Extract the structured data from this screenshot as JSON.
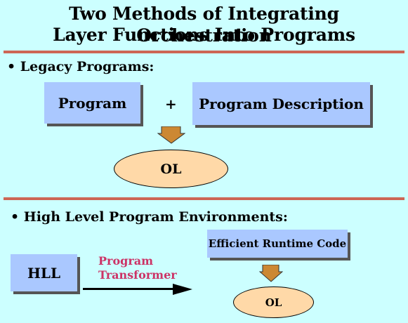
{
  "title": {
    "line1": "Two Methods of Integrating Orchestration",
    "line2": "Layer Functions Into Programs"
  },
  "legacy": {
    "heading": "• Legacy Programs:",
    "program_label": "Program",
    "plus": "+",
    "description_label": "Program Description",
    "ol_label": "OL"
  },
  "hll": {
    "heading": "• High Level Program Environments:",
    "hll_label": "HLL",
    "transformer_line1": "Program",
    "transformer_line2": "Transformer",
    "runtime_label": "Efficient Runtime Code",
    "ol_label": "OL"
  },
  "colors": {
    "background": "#ccffff",
    "box_fill": "#aac8ff",
    "oval_fill": "#ffd9a8",
    "arrow_fill": "#cc8833",
    "rule": "#cc6655",
    "transformer_text": "#cc3366"
  }
}
